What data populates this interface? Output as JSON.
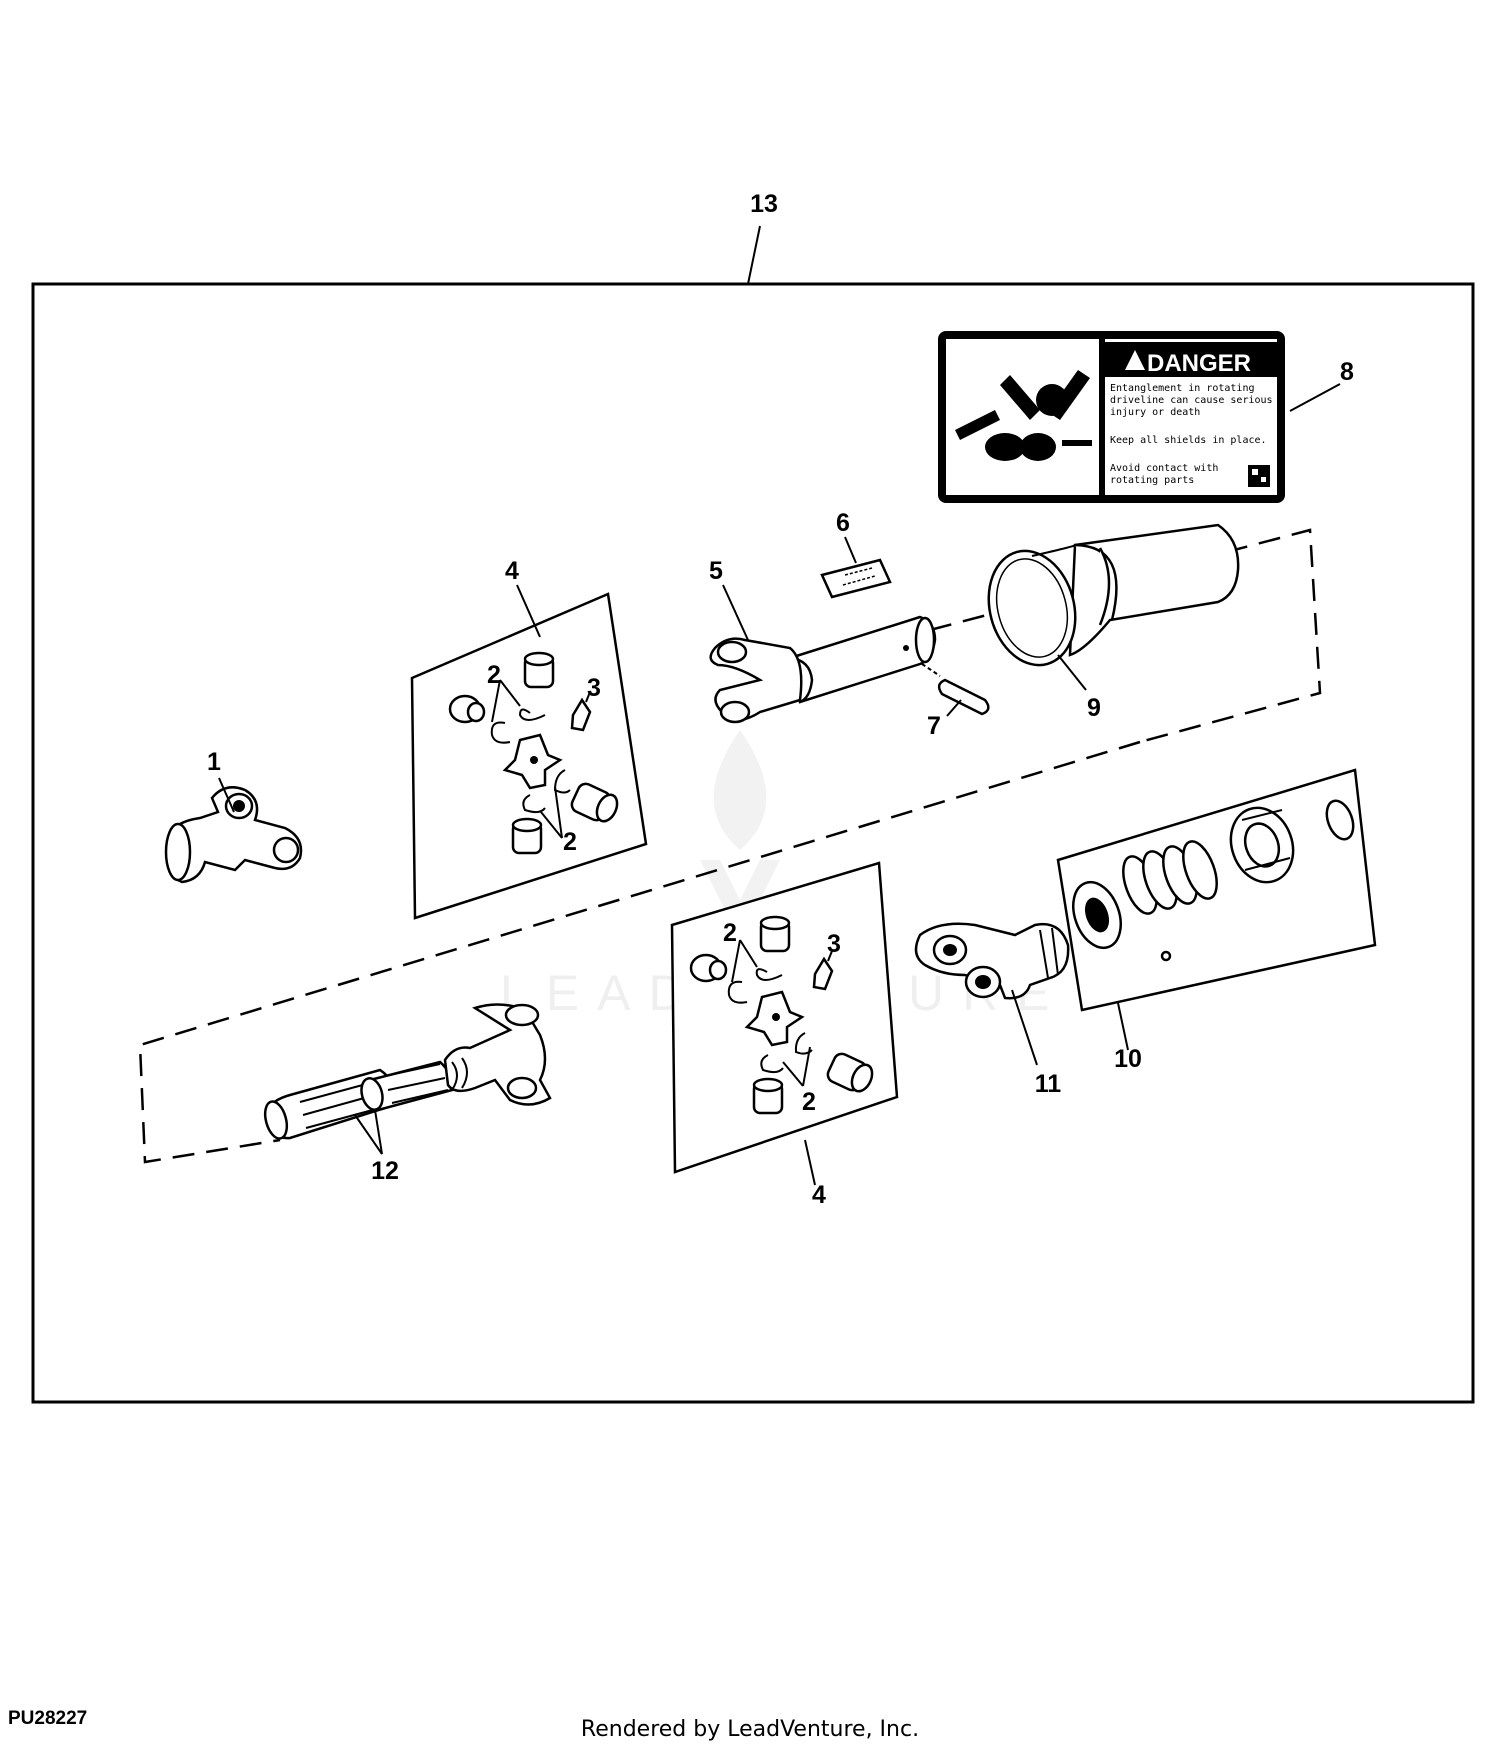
{
  "figure_id": "PU28227",
  "credit": "Rendered by LeadVenture, Inc.",
  "watermark": "LEADVENTURE",
  "callouts": {
    "c13": "13",
    "c8": "8",
    "c6": "6",
    "c5": "5",
    "c4_top": "4",
    "c2_a": "2",
    "c3_top": "3",
    "c2_b": "2",
    "c7": "7",
    "c9": "9",
    "c1": "1",
    "c2_c": "2",
    "c3_bot": "3",
    "c2_d": "2",
    "c11": "11",
    "c10": "10",
    "c12": "12",
    "c4_bot": "4"
  },
  "decal": {
    "title": "DANGER",
    "line1": "Entanglement in rotating",
    "line2": "driveline can cause serious",
    "line3": "injury or death",
    "line4": "Keep all shields in place.",
    "line5": "Avoid contact with",
    "line6": "rotating parts"
  }
}
